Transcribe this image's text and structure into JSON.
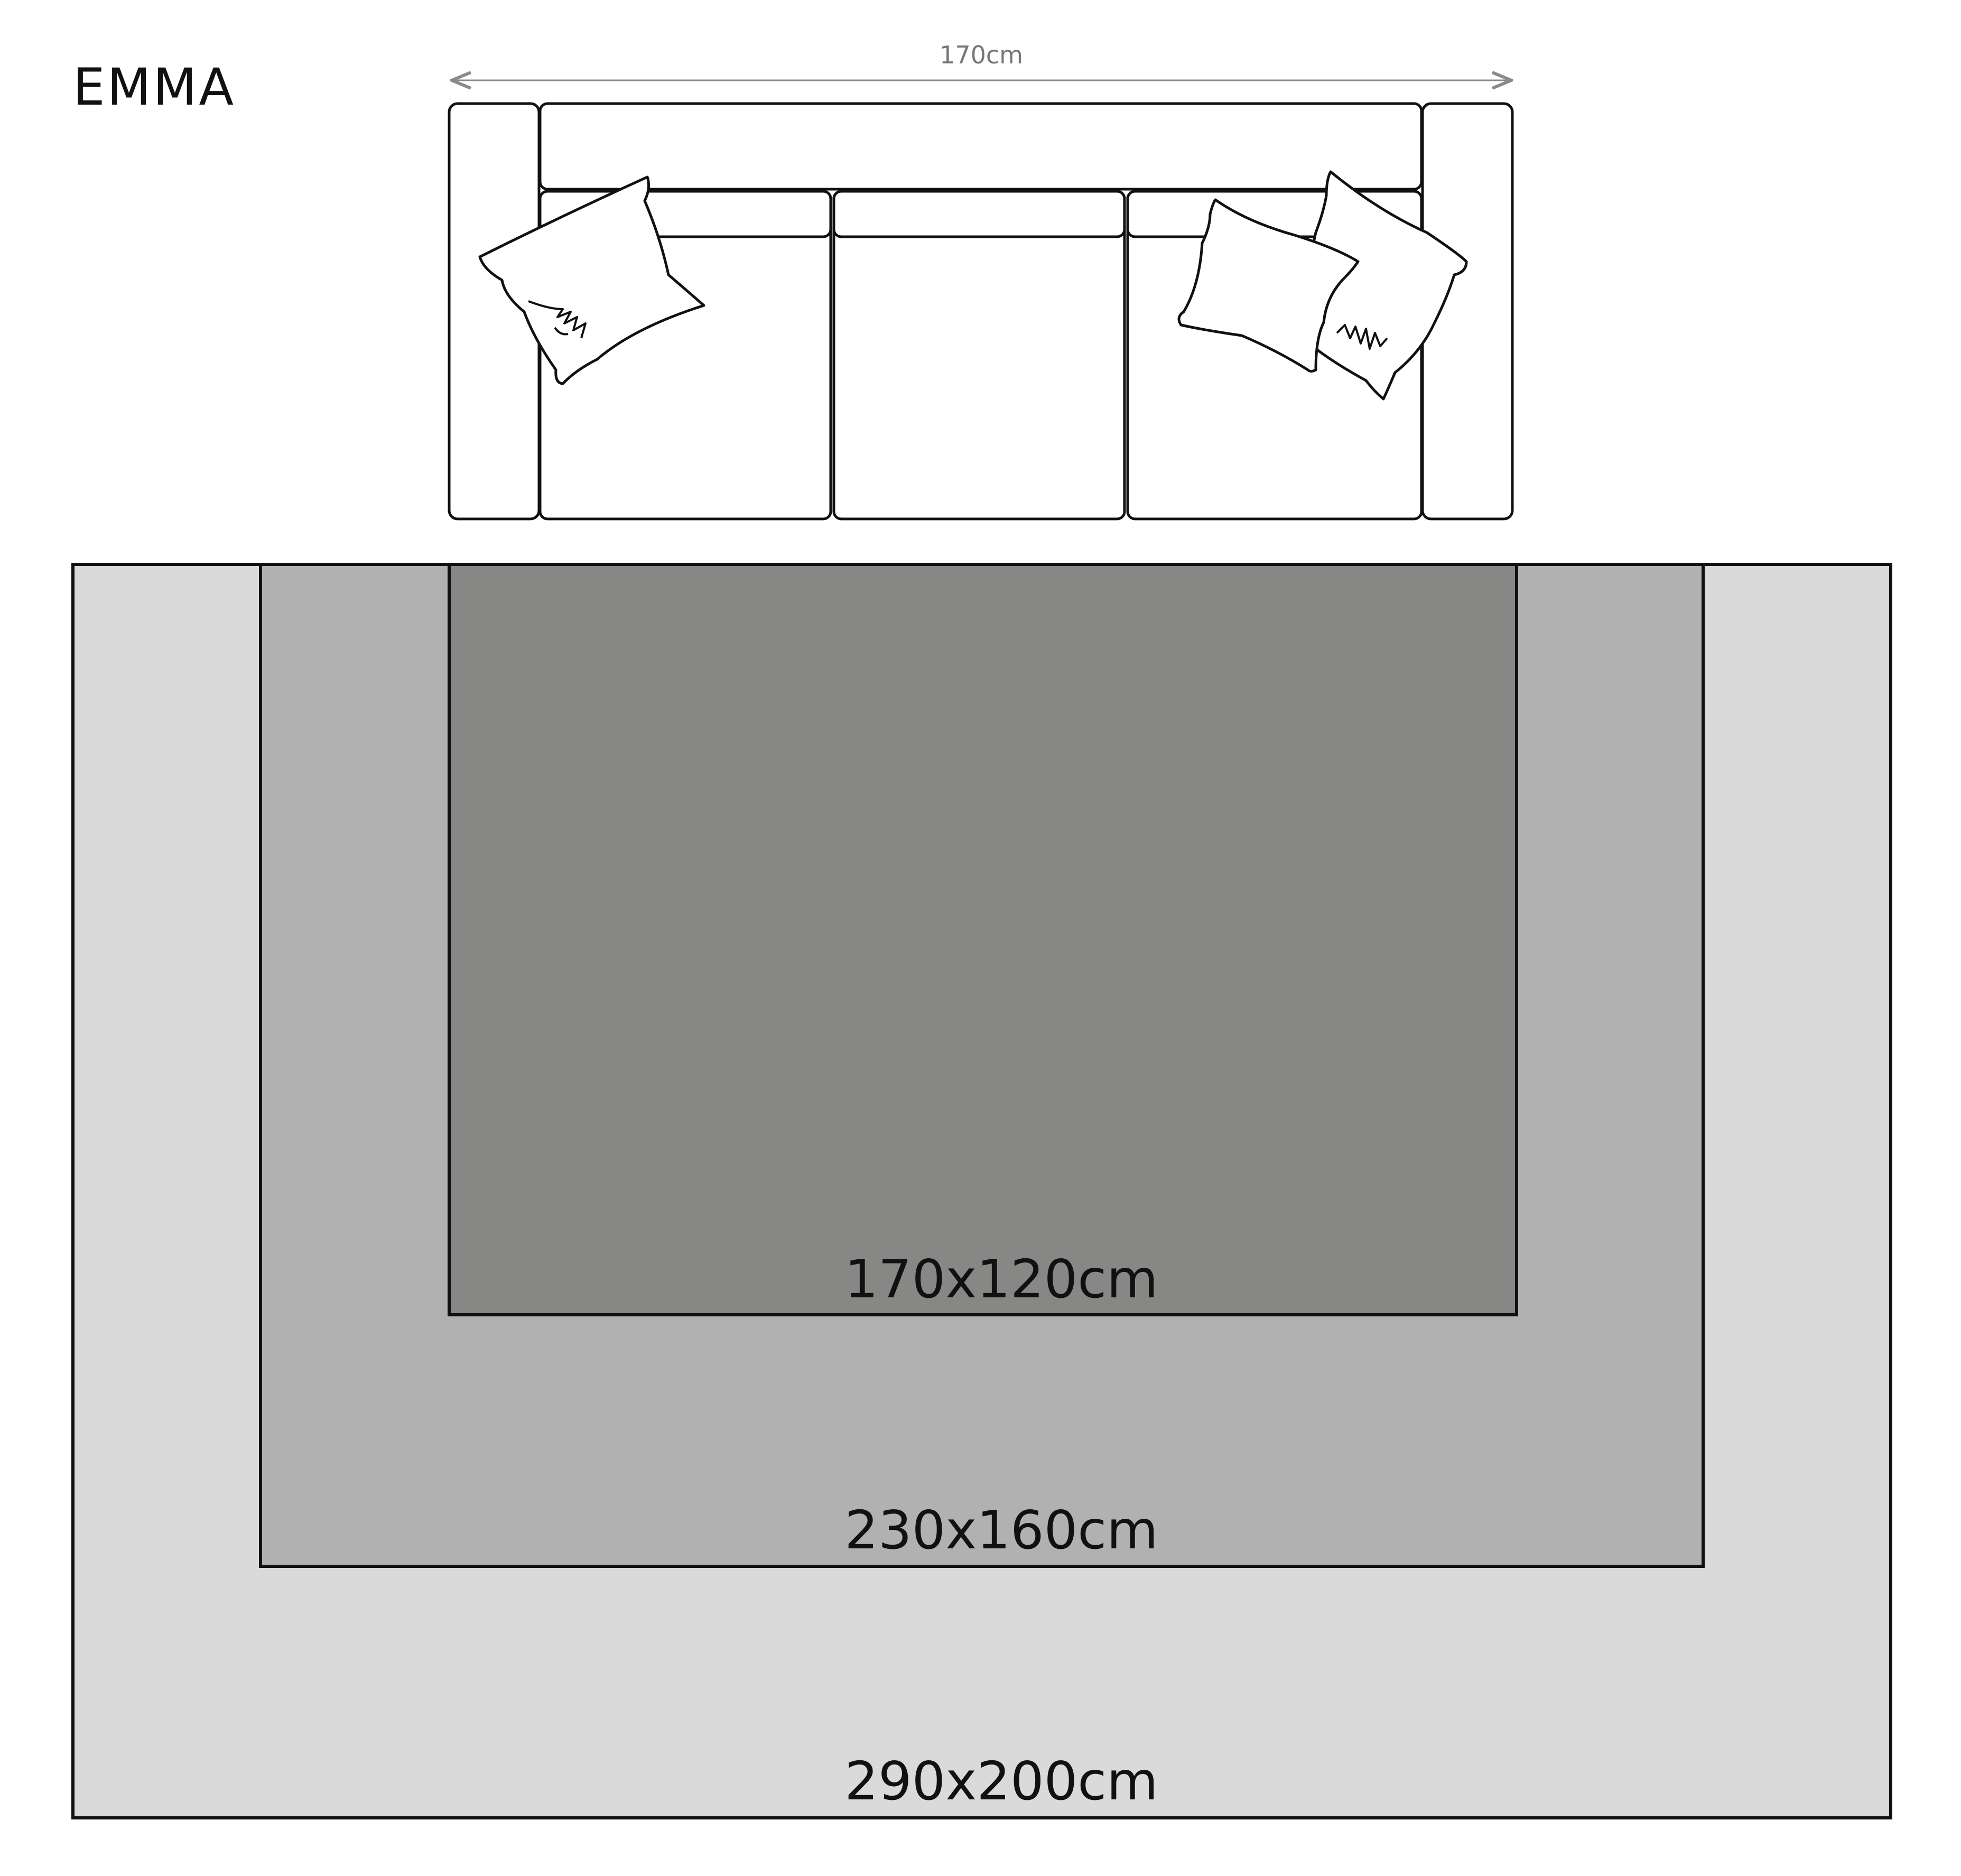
{
  "brand": {
    "title": "EMMA"
  },
  "sofa": {
    "width_label": "170cm"
  },
  "rugs": [
    {
      "label": "290x200cm",
      "fill": "#dadada"
    },
    {
      "label": "230x160cm",
      "fill": "#b1b1b1"
    },
    {
      "label": "170x120cm",
      "fill": "#878785"
    }
  ],
  "colors": {
    "stroke": "#111111",
    "dimension_line": "#8a8a8a"
  }
}
